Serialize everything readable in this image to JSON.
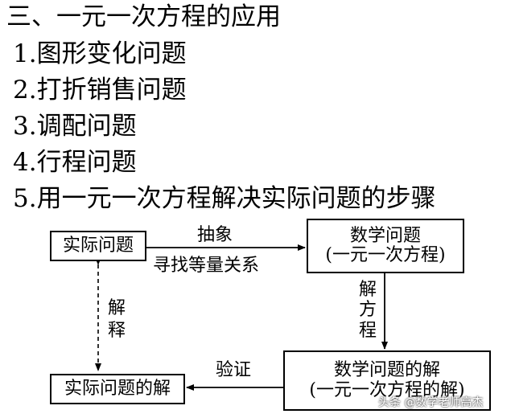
{
  "heading": "三、一元一次方程的应用",
  "items": [
    "1.图形变化问题",
    "2.打折销售问题",
    "3.调配问题",
    "4.行程问题",
    "5.用一元一次方程解决实际问题的步骤"
  ],
  "flowchart": {
    "actual_problem": "实际问题",
    "math_problem": "数学问题",
    "math_problem_sub": "(一元一次方程)",
    "math_solution": "数学问题的解",
    "math_solution_sub": "(一元一次方程的解)",
    "actual_solution": "实际问题的解",
    "abstract_label": "抽象",
    "find_label": "寻找等量关系",
    "solve_label": "解方程",
    "verify_label": "验证",
    "explain_label": "解释"
  },
  "watermark": "头条 @数学老师高杰"
}
